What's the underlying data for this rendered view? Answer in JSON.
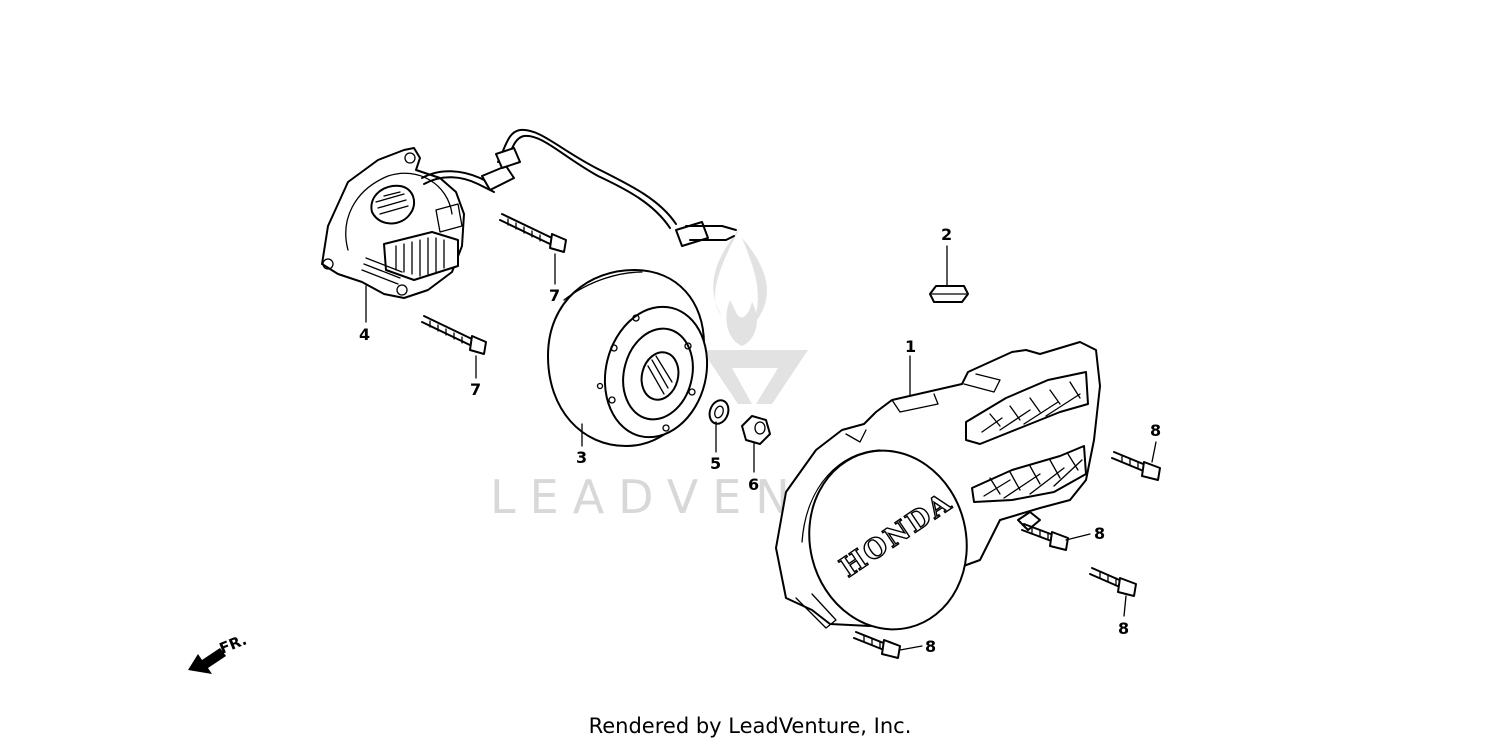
{
  "watermark": {
    "text": "LEADVENTURE"
  },
  "direction_indicator": {
    "label": "FR."
  },
  "cover_brand": "HONDA",
  "callouts": [
    {
      "id": "1",
      "label": "1",
      "part": "left crankcase cover"
    },
    {
      "id": "2",
      "label": "2",
      "part": "grommet"
    },
    {
      "id": "3",
      "label": "3",
      "part": "flywheel"
    },
    {
      "id": "4",
      "label": "4",
      "part": "stator"
    },
    {
      "id": "5",
      "label": "5",
      "part": "washer"
    },
    {
      "id": "6",
      "label": "6",
      "part": "nut"
    },
    {
      "id": "7a",
      "label": "7",
      "part": "bolt"
    },
    {
      "id": "7b",
      "label": "7",
      "part": "bolt"
    },
    {
      "id": "8a",
      "label": "8",
      "part": "bolt"
    },
    {
      "id": "8b",
      "label": "8",
      "part": "bolt"
    },
    {
      "id": "8c",
      "label": "8",
      "part": "bolt"
    },
    {
      "id": "8d",
      "label": "8",
      "part": "bolt"
    }
  ],
  "footer": {
    "text": "Rendered by LeadVenture, Inc."
  }
}
